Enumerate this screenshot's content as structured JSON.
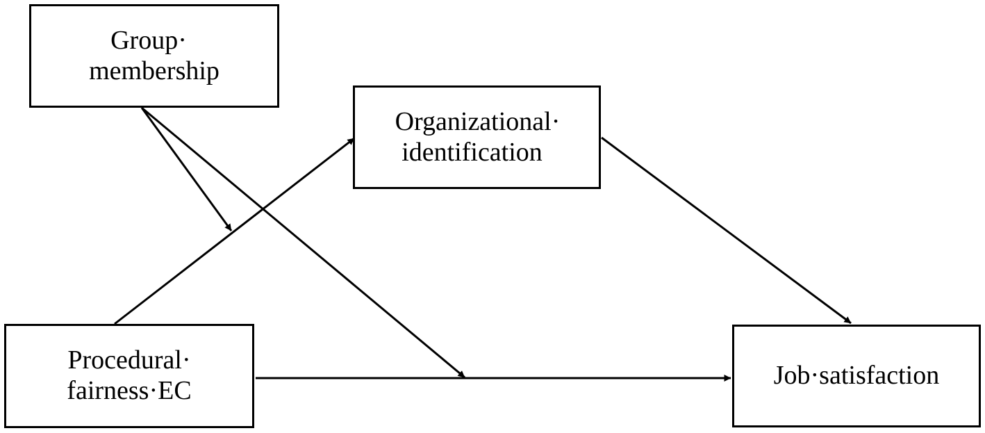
{
  "nodes": {
    "group_membership": {
      "line1": "Group·",
      "line2": "membership"
    },
    "organizational_identification": {
      "line1": "Organizational·",
      "line2": "identification"
    },
    "procedural_fairness": {
      "line1": "Procedural·",
      "line2": "fairness·EC"
    },
    "job_satisfaction": {
      "line1": "Job·satisfaction"
    }
  },
  "edges": [
    {
      "from": "procedural_fairness",
      "to": "organizational_identification"
    },
    {
      "from": "organizational_identification",
      "to": "job_satisfaction"
    },
    {
      "from": "procedural_fairness",
      "to": "job_satisfaction"
    },
    {
      "from": "group_membership",
      "to": "path:procedural_fairness-organizational_identification"
    },
    {
      "from": "group_membership",
      "to": "path:procedural_fairness-job_satisfaction"
    }
  ],
  "colors": {
    "stroke": "#000000",
    "background": "#ffffff"
  }
}
